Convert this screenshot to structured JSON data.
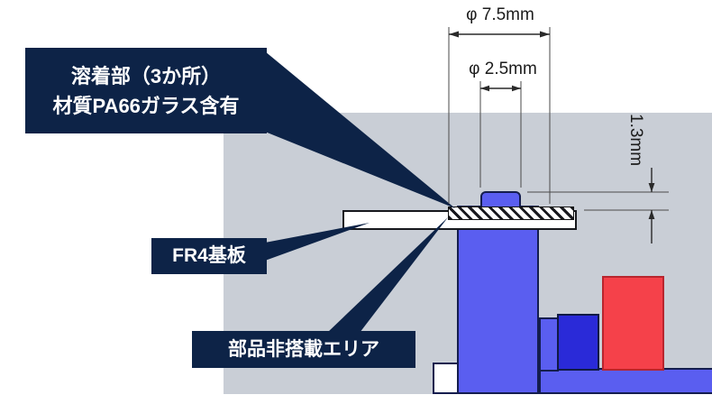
{
  "callouts": {
    "weld": {
      "line1": "溶着部（3か所）",
      "line2": "材質PA66ガラス含有"
    },
    "board": {
      "label": "FR4基板"
    },
    "keepout": {
      "label": "部品非搭載エリア"
    }
  },
  "dimensions": {
    "diameter_outer": "φ 7.5mm",
    "diameter_inner": "φ 2.5mm",
    "height": "1.3mm"
  },
  "colors": {
    "callout_navy": "#0d2347",
    "section_gray": "#c9ced6",
    "part_blue": "#5a5ef0",
    "component_dark_blue": "#2a2ad8",
    "component_red": "#f5414a",
    "board_white": "#ffffff",
    "dimension_line": "#2a2a2a"
  }
}
